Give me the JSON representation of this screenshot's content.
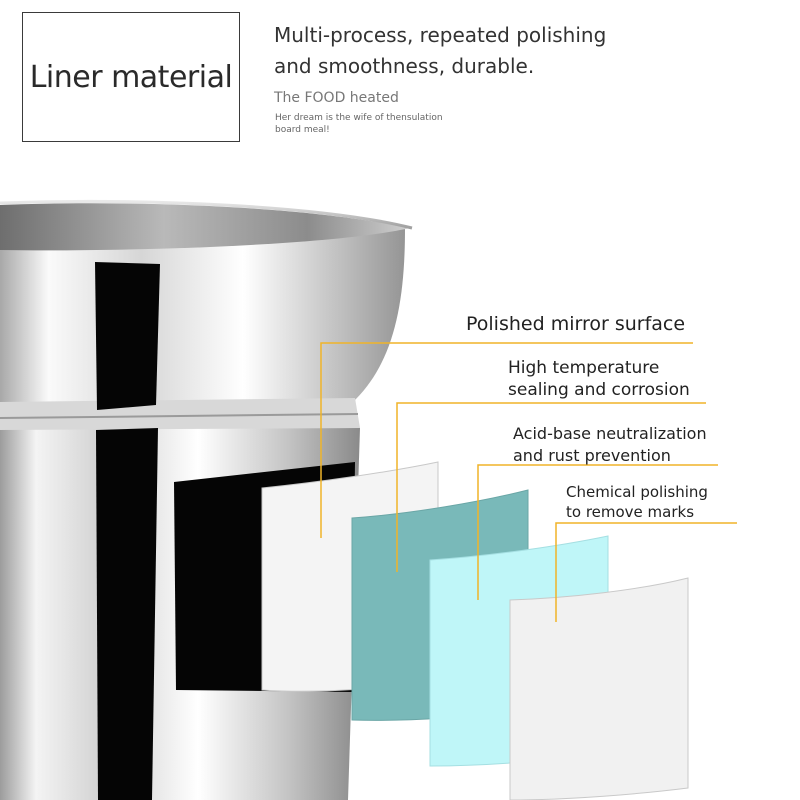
{
  "title": "Liner material",
  "headline": {
    "line1": "Multi-process, repeated polishing",
    "line2": "and smoothness, durable."
  },
  "subtitle": "The FOOD heated",
  "caption": "Her dream is the wife of thensulation board meal!",
  "layers": [
    {
      "line1": "Polished mirror surface",
      "line2": ""
    },
    {
      "line1": "High temperature",
      "line2": "sealing and corrosion"
    },
    {
      "line1": "Acid-base neutralization",
      "line2": "and rust prevention"
    },
    {
      "line1": "Chemical polishing",
      "line2": "to remove marks"
    }
  ],
  "colors": {
    "leader": "#f0b429",
    "layer_white": "#f4f4f4",
    "layer_teal": "#79b9b9",
    "layer_cyan": "#bff6f8",
    "layer_gray": "#f1f1f1"
  }
}
